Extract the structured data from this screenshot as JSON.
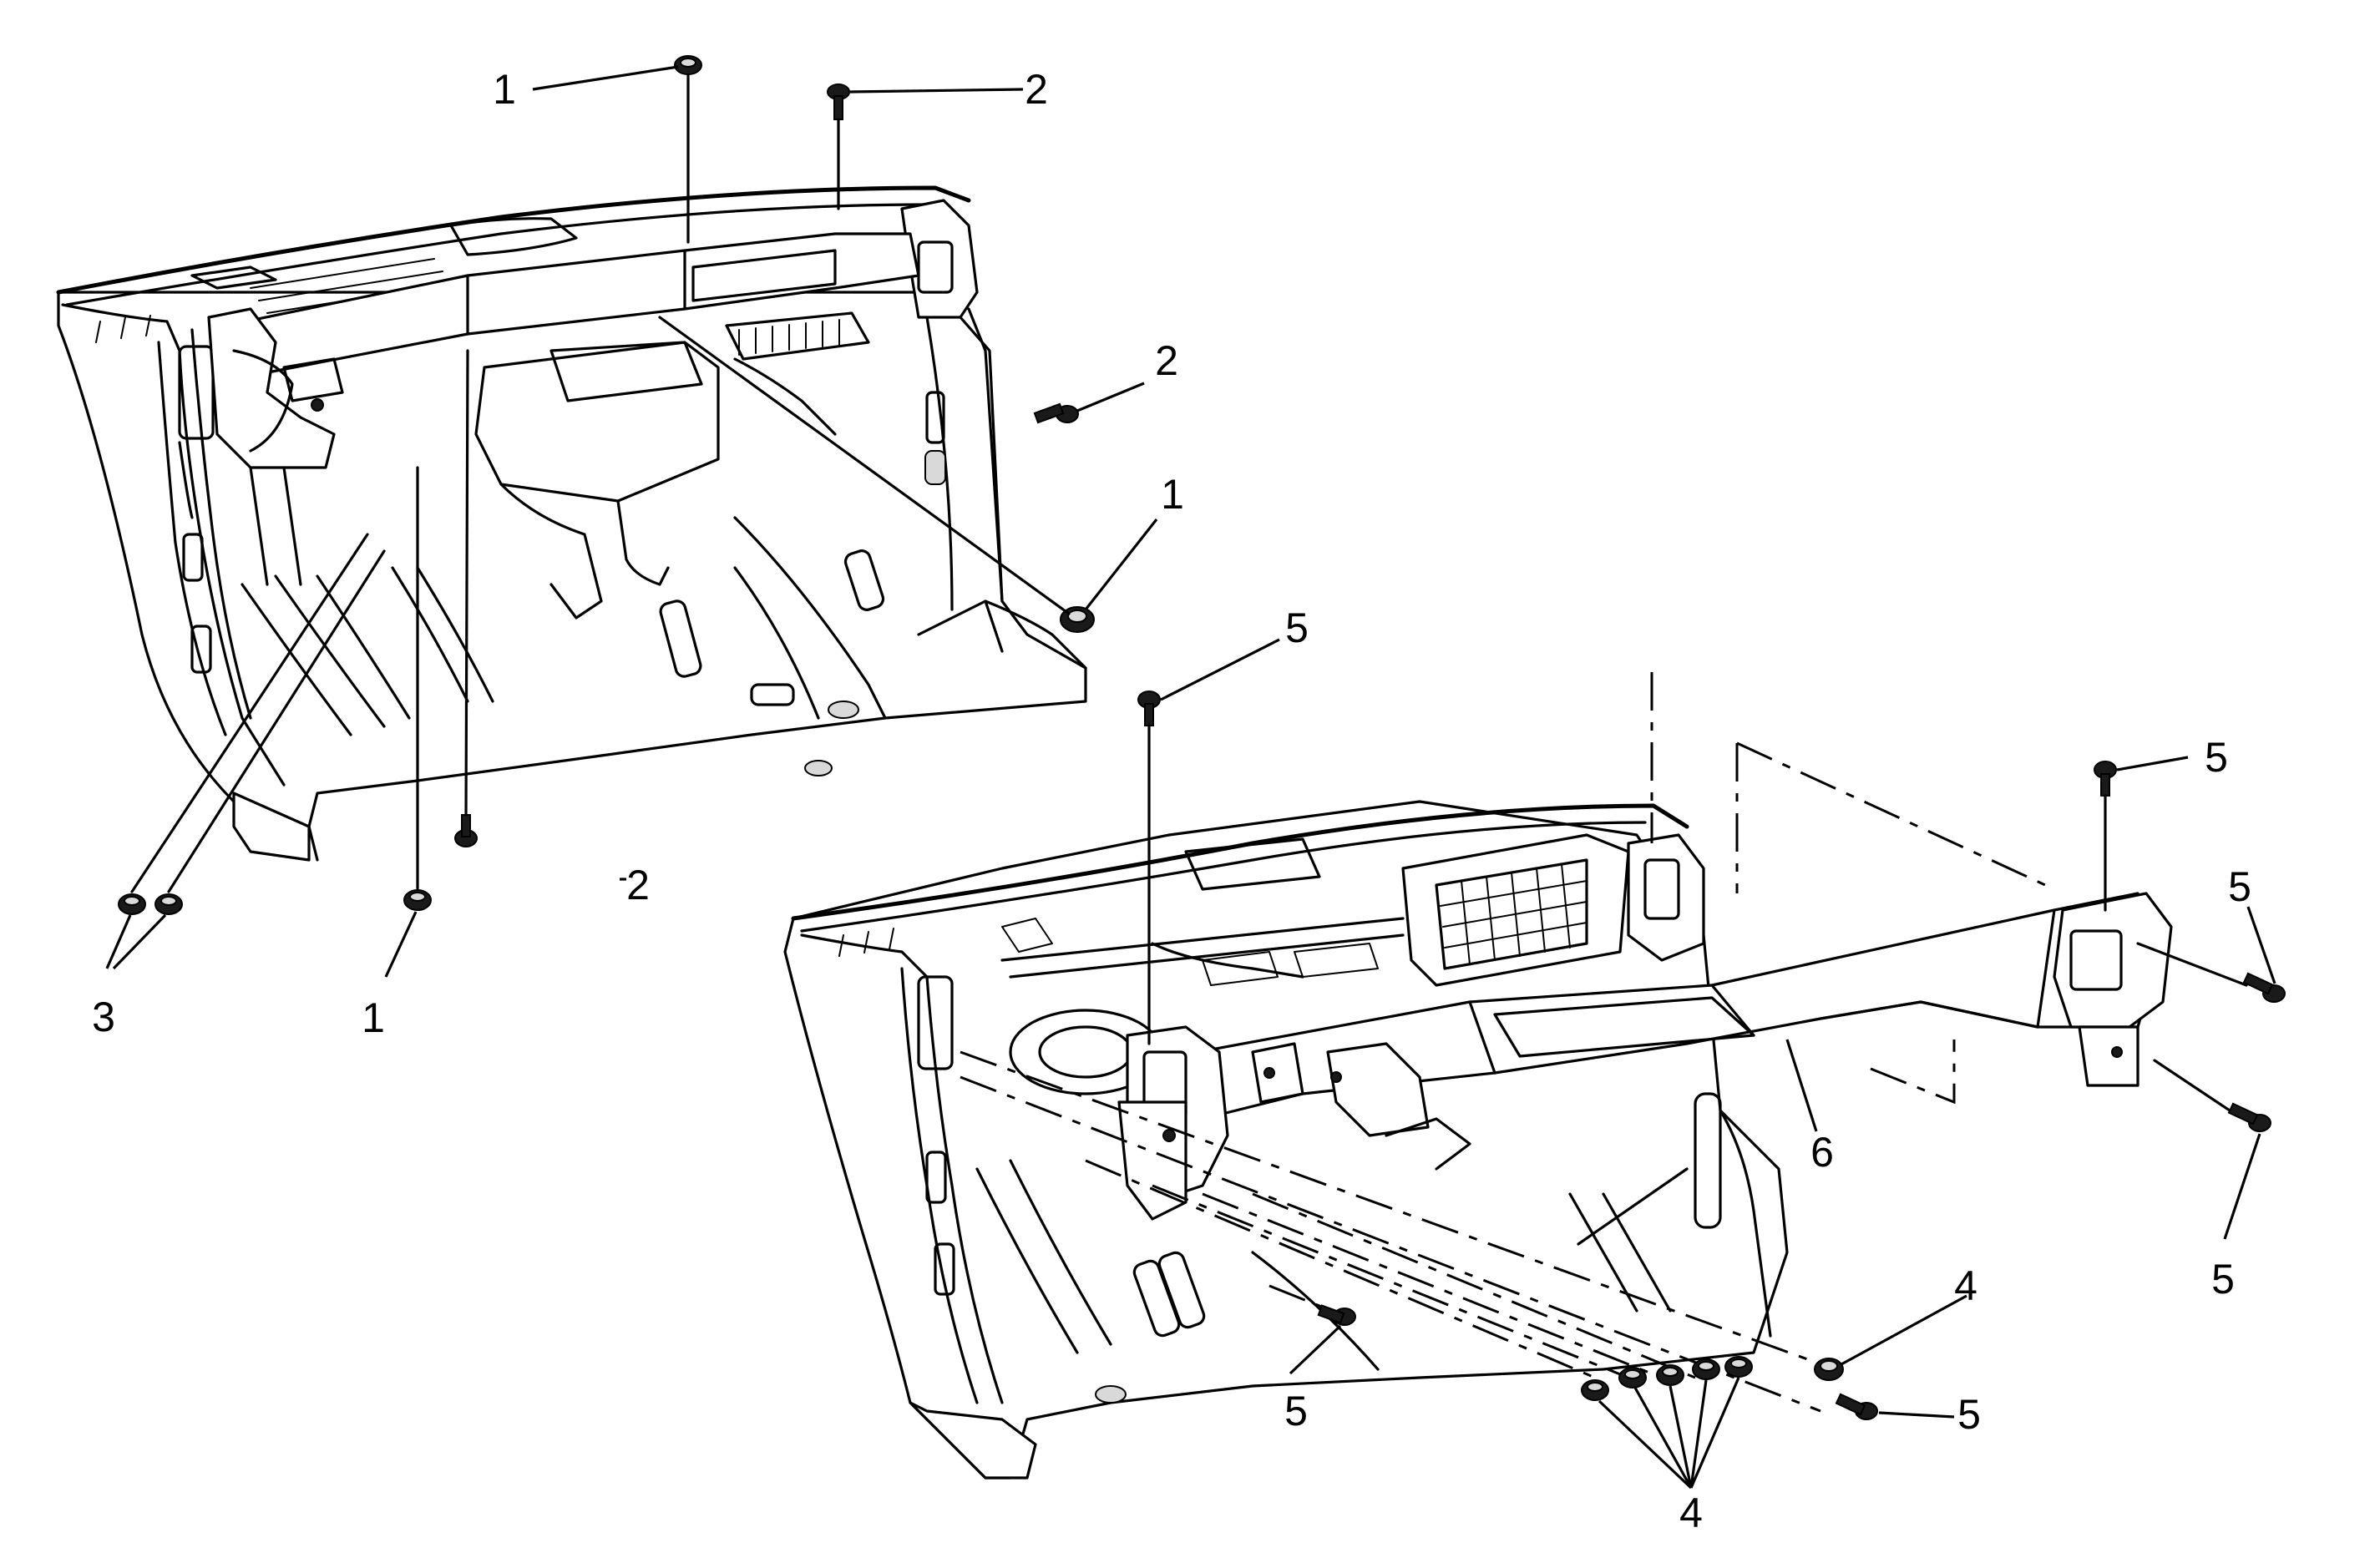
{
  "callouts": {
    "c1_top": "1",
    "c1_mid": "1",
    "c1_bottom": "1",
    "c2_top": "2",
    "c2_mid": "2",
    "c2_bottom": "2",
    "c3": "3",
    "c4_top": "4",
    "c4_bottom": "4",
    "c5_top_center": "5",
    "c5_right_top": "5",
    "c5_right_mid": "5",
    "c5_right_bottom": "5",
    "c5_bottom_center": "5",
    "c5_bottom_right": "5",
    "c6": "6"
  }
}
